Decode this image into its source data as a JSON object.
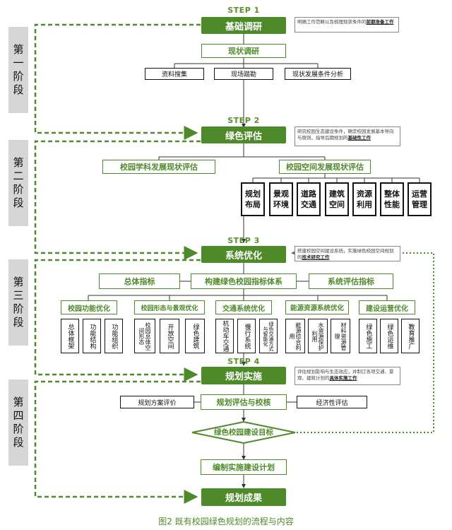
{
  "phases": [
    [
      "第",
      "一",
      "阶",
      "段"
    ],
    [
      "第",
      "二",
      "阶",
      "段"
    ],
    [
      "第",
      "三",
      "阶",
      "段"
    ],
    [
      "第",
      "四",
      "阶",
      "段"
    ]
  ],
  "steps": [
    "STEP 1",
    "STEP 2",
    "STEP 3",
    "STEP 4"
  ],
  "step1": {
    "title": "基础调研",
    "note_text": "明确工作范畴以及梳理现状条件的",
    "note_underline": "前期准备工作",
    "sub": "现状调研",
    "items": [
      "资料搜集",
      "现场踏勘",
      "现状发展条件分析"
    ]
  },
  "step2": {
    "title": "绿色评估",
    "note_text": "研究校园生态建设条件，确定校园发展基本导向与原则，指导后期规划的",
    "note_underline": "基础性工作",
    "left": "校园学科发展现状评估",
    "right": "校园空间发展现状评估",
    "items": [
      [
        "规划",
        "布局"
      ],
      [
        "景观",
        "环境"
      ],
      [
        "道路",
        "交通"
      ],
      [
        "建筑",
        "空间"
      ],
      [
        "资源",
        "利用"
      ],
      [
        "整体",
        "性能"
      ],
      [
        "运营",
        "管理"
      ]
    ]
  },
  "step3": {
    "title": "系统优化",
    "note_text": "搭建校园空间建设系统，实施绿色校园空间规划的",
    "note_underline": "技术研究工作",
    "left": "总体指标",
    "center": "构建绿色校园指标体系",
    "right": "系统评估指标",
    "groups": [
      {
        "title": "校园功能优化",
        "items": [
          "总体框架",
          "功能结构",
          "功能组织"
        ]
      },
      {
        "title": "校园形态与景观优化",
        "items": [
          "校园总体空间形态",
          "开放空间",
          "绿色建筑"
        ]
      },
      {
        "title": "交通系统优化",
        "items": [
          "机动车交通",
          "慢行系统",
          "绿色交通方式与智能化"
        ]
      },
      {
        "title": "能源资源系统优化",
        "items": [
          "能源综合利用",
          "水资源保护利用",
          "材料资源管理"
        ]
      },
      {
        "title": "建设运营优化",
        "items": [
          "绿色施工",
          "绿色运维",
          "教育推广"
        ]
      }
    ]
  },
  "step4": {
    "title": "规划实施",
    "note_text": "评估规划影响与生态效应，并制订各项交通、景观、建筑计划的",
    "note_underline": "具体实施工作",
    "eval": "规划评估与校核",
    "left": "规划方案评价",
    "right": "经济性评估",
    "goal": "绿色校园建设目标",
    "plan": "编制实施建设计划"
  },
  "result": "规划成果",
  "caption": "图2  既有校园绿色规划的流程与内容"
}
